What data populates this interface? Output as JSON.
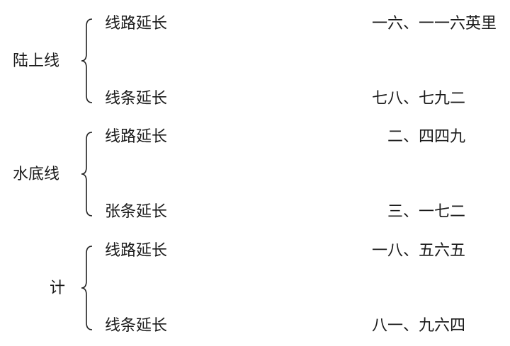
{
  "groups": [
    {
      "label": "陆上线",
      "rows": [
        {
          "item": "线路延长",
          "value": "一六、一一六",
          "unit": "英里"
        },
        {
          "item": "线条延长",
          "value": "七八、七九二"
        }
      ]
    },
    {
      "label": "水底线",
      "rows": [
        {
          "item": "线路延长",
          "value": "二、四四九"
        },
        {
          "item": "张条延长",
          "value": "三、一七二"
        }
      ]
    },
    {
      "label": "计",
      "rows": [
        {
          "item": "线路延长",
          "value": "一八、五六五"
        },
        {
          "item": "线条延长",
          "value": "八一、九六四"
        }
      ]
    }
  ]
}
